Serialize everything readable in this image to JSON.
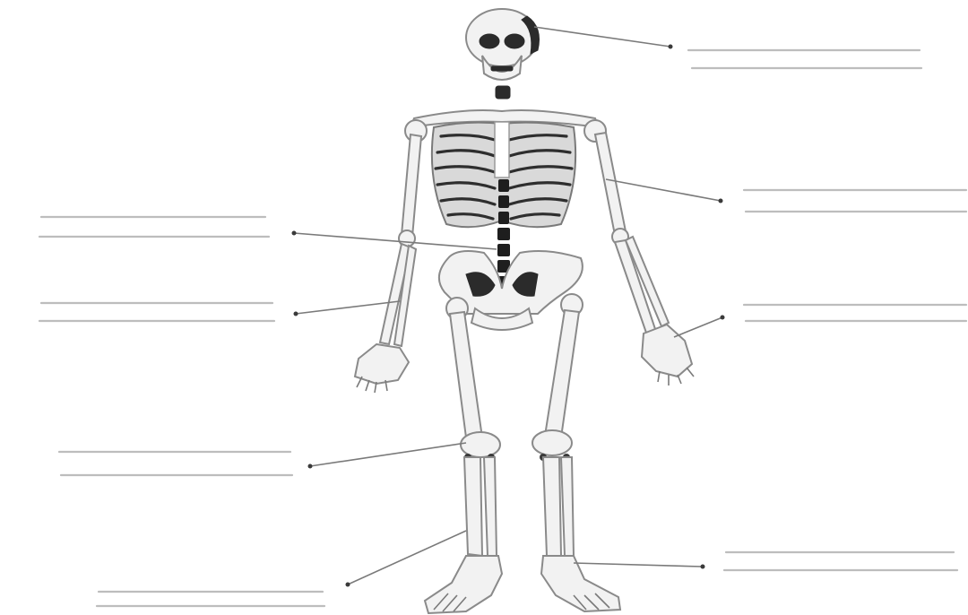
{
  "diagram": {
    "kind": "skeleton-labeling-worksheet",
    "colors": {
      "background": "#ffffff",
      "blank_line": "#bdbdbd",
      "leader": "#7a7a7a",
      "bone_outline": "#8a8a8a",
      "bone_dark": "#2b2b2b"
    },
    "labels": [
      {
        "id": "skull",
        "side": "right",
        "text": ""
      },
      {
        "id": "ribcage",
        "side": "right",
        "text": ""
      },
      {
        "id": "spine",
        "side": "left",
        "text": ""
      },
      {
        "id": "forearm-left",
        "side": "left",
        "text": ""
      },
      {
        "id": "hand-right",
        "side": "right",
        "text": ""
      },
      {
        "id": "knee",
        "side": "left",
        "text": ""
      },
      {
        "id": "shin",
        "side": "left",
        "text": ""
      },
      {
        "id": "foot-right",
        "side": "right",
        "text": ""
      }
    ]
  }
}
